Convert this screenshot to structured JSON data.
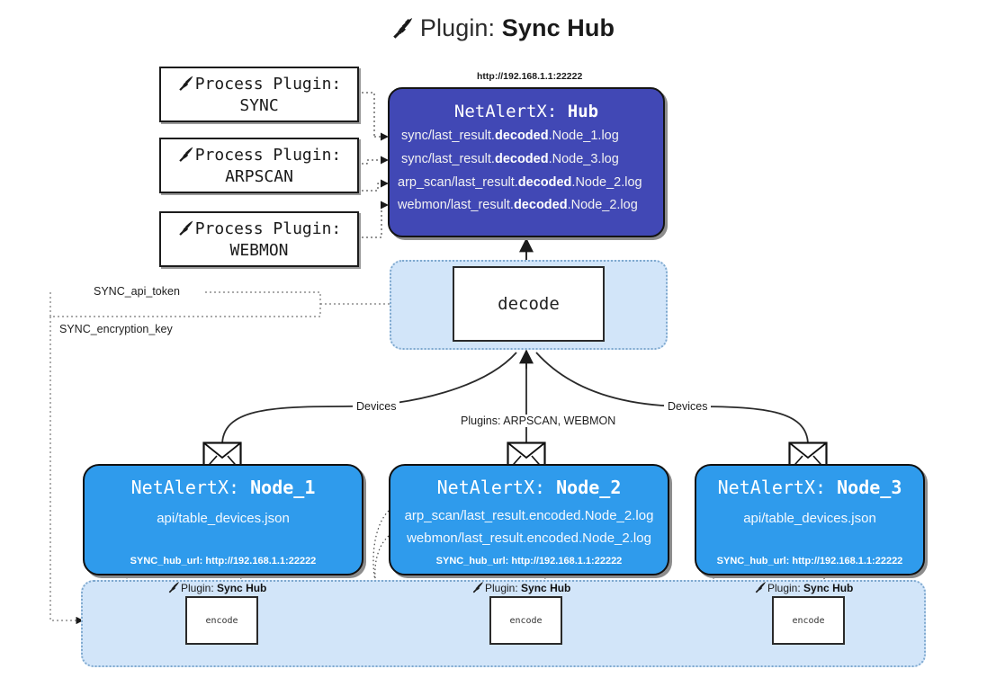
{
  "header": {
    "icon": "plug-icon",
    "prefix": "Plugin:",
    "name": "Sync Hub"
  },
  "process_plugins": [
    {
      "icon": "plug-icon",
      "line1": "Process Plugin:",
      "line2": "SYNC"
    },
    {
      "icon": "plug-icon",
      "line1": "Process Plugin:",
      "line2": "ARPSCAN"
    },
    {
      "icon": "plug-icon",
      "line1": "Process Plugin:",
      "line2": "WEBMON"
    }
  ],
  "hub": {
    "address": "http://192.168.1.1:22222",
    "title_prefix": "NetAlertX:",
    "title_name": "Hub",
    "color": "#4148b5",
    "rows": [
      {
        "pre": "sync/last_result.",
        "mid": "decoded",
        "post": ".Node_1.log"
      },
      {
        "pre": "sync/last_result.",
        "mid": "decoded",
        "post": ".Node_3.log"
      },
      {
        "pre": "arp_scan/last_result.",
        "mid": "decoded",
        "post": ".Node_2.log"
      },
      {
        "pre": "webmon/last_result.",
        "mid": "decoded",
        "post": ".Node_2.log"
      }
    ]
  },
  "decode": {
    "label": "decode"
  },
  "secrets": [
    {
      "label": "SYNC_api_token"
    },
    {
      "label": "SYNC_encryption_key"
    }
  ],
  "edge_labels": {
    "devices_left": "Devices",
    "plugins_center": "Plugins: ARPSCAN, WEBMON",
    "devices_right": "Devices"
  },
  "nodes": [
    {
      "title_prefix": "NetAlertX:",
      "title_name": "Node_1",
      "color": "#2f9bec",
      "lines": [
        "api/table_devices.json"
      ],
      "footer": "SYNC_hub_url: http://192.168.1.1:22222",
      "envelope": "envelope-icon"
    },
    {
      "title_prefix": "NetAlertX:",
      "title_name": "Node_2",
      "color": "#2f9bec",
      "lines": [
        "arp_scan/last_result.encoded.Node_2.log",
        "webmon/last_result.encoded.Node_2.log"
      ],
      "footer": "SYNC_hub_url: http://192.168.1.1:22222",
      "envelope": "envelope-icon"
    },
    {
      "title_prefix": "NetAlertX:",
      "title_name": "Node_3",
      "color": "#2f9bec",
      "lines": [
        "api/table_devices.json"
      ],
      "footer": "SYNC_hub_url: http://192.168.1.1:22222",
      "envelope": "envelope-icon"
    }
  ],
  "encode_band": {
    "color": "#d2e5f9",
    "items": [
      {
        "caption_prefix": "Plugin:",
        "caption_name": "Sync Hub",
        "box_label": "encode",
        "icon": "plug-icon"
      },
      {
        "caption_prefix": "Plugin:",
        "caption_name": "Sync Hub",
        "box_label": "encode",
        "icon": "plug-icon"
      },
      {
        "caption_prefix": "Plugin:",
        "caption_name": "Sync Hub",
        "box_label": "encode",
        "icon": "plug-icon"
      }
    ]
  }
}
